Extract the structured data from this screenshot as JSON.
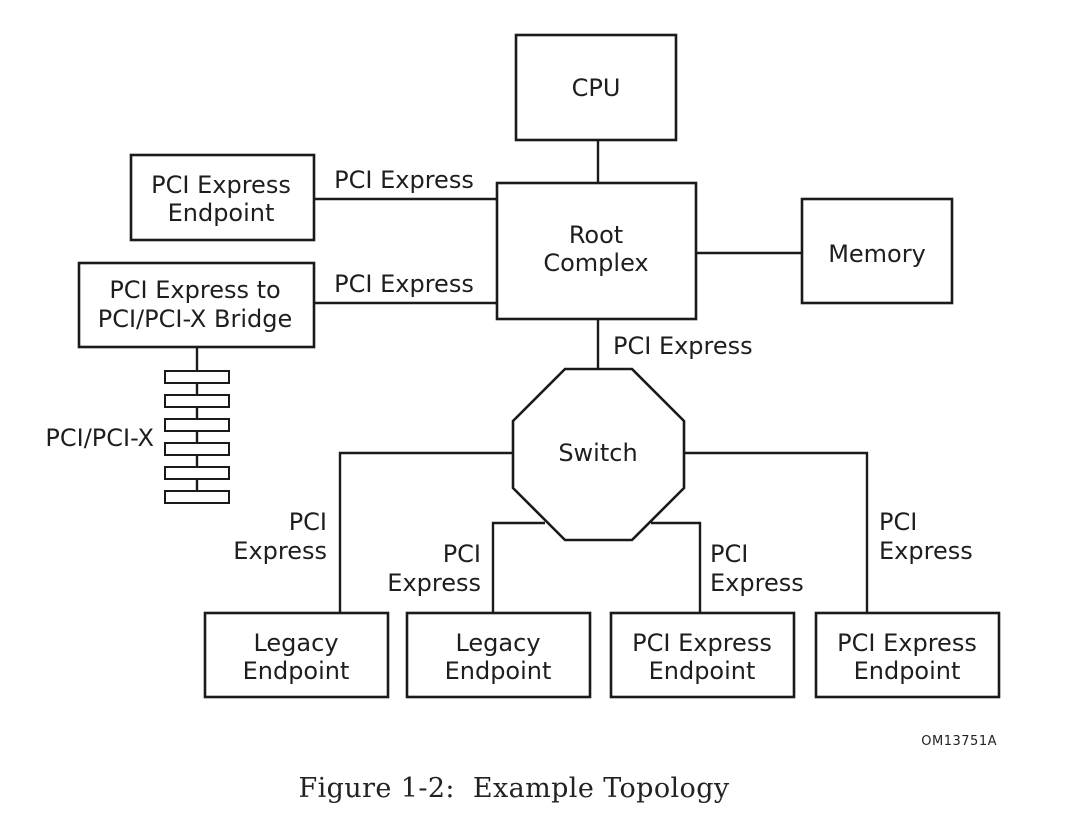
{
  "nodes": {
    "cpu": "CPU",
    "root_complex": [
      "Root",
      "Complex"
    ],
    "memory": "Memory",
    "endpoint_top_left": [
      "PCI Express",
      "Endpoint"
    ],
    "bridge": [
      "PCI Express to",
      "PCI/PCI-X Bridge"
    ],
    "switch": "Switch",
    "legacy_endpoint_1": [
      "Legacy",
      "Endpoint"
    ],
    "legacy_endpoint_2": [
      "Legacy",
      "Endpoint"
    ],
    "pcie_endpoint_3": [
      "PCI Express",
      "Endpoint"
    ],
    "pcie_endpoint_4": [
      "PCI Express",
      "Endpoint"
    ]
  },
  "links": {
    "endpoint_to_root": "PCI Express",
    "bridge_to_root": "PCI Express",
    "root_to_switch": "PCI Express",
    "switch_to_legacy_1": [
      "PCI",
      "Express"
    ],
    "switch_to_legacy_2": [
      "PCI",
      "Express"
    ],
    "switch_to_pcie_3": [
      "PCI",
      "Express"
    ],
    "switch_to_pcie_4": [
      "PCI",
      "Express"
    ]
  },
  "bus_label": "PCI/PCI-X",
  "figure_code": "OM13751A",
  "caption": "Figure 1-2:  Example Topology"
}
